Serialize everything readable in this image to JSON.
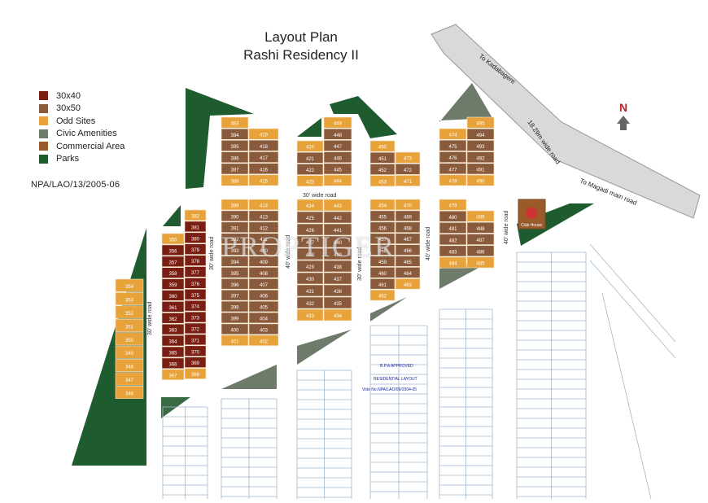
{
  "title_line1": "Layout Plan",
  "title_line2": "Rashi Residency II",
  "legend": [
    {
      "label": "30x40",
      "color": "#7a1e14"
    },
    {
      "label": "30x50",
      "color": "#8a5a3c"
    },
    {
      "label": "Odd Sites",
      "color": "#e8a23a"
    },
    {
      "label": "Civic Amenities",
      "color": "#6e7a6a"
    },
    {
      "label": "Commercial Area",
      "color": "#9a5a2a"
    },
    {
      "label": "Parks",
      "color": "#1e5c30"
    }
  ],
  "reference_no": "NPA/LAO/13/2005-06",
  "north_label": "N",
  "watermark": "PROPTIGER",
  "roads": {
    "to_kadabagere": "To Kadabagere",
    "main_road_width": "18.29m wide road",
    "to_magadi": "To Magadi main road",
    "road_30_top": "30' wide road",
    "road_30_left": "30' wide road",
    "road_30_mid": "30' wide road",
    "road_40_a": "40' wide road",
    "road_40_b": "40' wide road",
    "road_30_b": "30' wide road",
    "road_40_right": "40' wide road"
  },
  "approval_note": [
    "B.P.A APPROVED",
    "RESIDENTIAL LAYOUT",
    "Vide No.NPA/LAO/09/2004-05"
  ],
  "club_house": "Club House",
  "columns": {
    "col_a": [
      "354",
      "353",
      "352",
      "351",
      "350",
      "349",
      "348",
      "347",
      "346"
    ],
    "col_b_left": [
      "355",
      "356",
      "357",
      "358",
      "359",
      "360",
      "361",
      "362",
      "363",
      "364",
      "365",
      "366",
      "367"
    ],
    "col_b_right": [
      "382",
      "381",
      "380",
      "379",
      "378",
      "377",
      "376",
      "375",
      "374",
      "373",
      "372",
      "371",
      "370",
      "369",
      "368"
    ],
    "col_c_top_left": [
      "383",
      "384",
      "385",
      "386",
      "387",
      "388"
    ],
    "col_c_top_right": [
      "419",
      "418",
      "417",
      "416",
      "415"
    ],
    "col_c_left": [
      "389",
      "390",
      "391",
      "392",
      "393",
      "394",
      "395",
      "396",
      "397",
      "398",
      "399",
      "400",
      "401"
    ],
    "col_c_right": [
      "414",
      "413",
      "412",
      "411",
      "410",
      "409",
      "408",
      "407",
      "406",
      "405",
      "404",
      "403",
      "402"
    ],
    "col_d_top_left": [
      "420",
      "421",
      "422",
      "423"
    ],
    "col_d_top_right": [
      "449",
      "448",
      "447",
      "446",
      "445",
      "444"
    ],
    "col_d_left": [
      "424",
      "425",
      "426",
      "427",
      "428",
      "429",
      "430",
      "431",
      "432",
      "433"
    ],
    "col_d_right": [
      "443",
      "442",
      "441",
      "440",
      "439",
      "438",
      "437",
      "436",
      "435",
      "434"
    ],
    "col_e_top_left": [
      "450",
      "451",
      "452",
      "453"
    ],
    "col_e_top_right": [
      "473",
      "472",
      "471"
    ],
    "col_e_left": [
      "454",
      "455",
      "456",
      "457",
      "458",
      "459",
      "460",
      "461",
      "462"
    ],
    "col_e_right": [
      "470",
      "469",
      "468",
      "467",
      "466",
      "465",
      "464",
      "463"
    ],
    "col_f_top_left": [
      "474",
      "475",
      "476",
      "477",
      "478"
    ],
    "col_f_top_right": [
      "495",
      "494",
      "493",
      "492",
      "491",
      "490"
    ],
    "col_f_left": [
      "479",
      "480",
      "481",
      "482",
      "483",
      "484"
    ],
    "col_f_right": [
      "489",
      "488",
      "487",
      "486",
      "485"
    ]
  }
}
